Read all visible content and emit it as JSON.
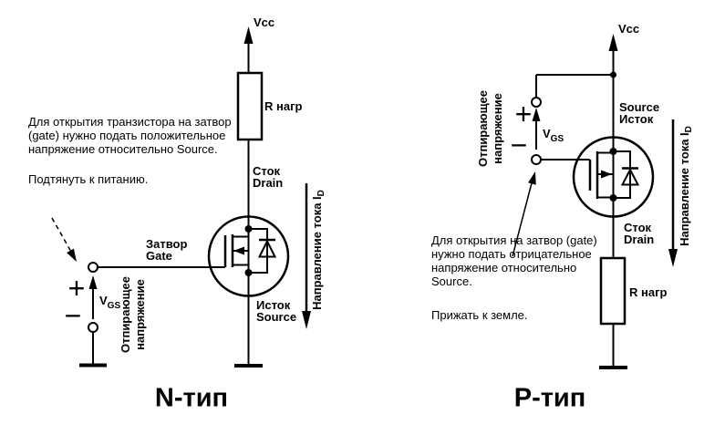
{
  "page": {
    "background": "#ffffff",
    "ink": "#000000"
  },
  "left_circuit": {
    "title": "N-тип",
    "vcc_label": "Vcc",
    "resistor_label": "R нагр",
    "drain_line1": "Сток",
    "drain_line2": "Drain",
    "gate_line1": "Затвор",
    "gate_line2": "Gate",
    "source_line1": "Исток",
    "source_line2": "Source",
    "plus": "+",
    "minus": "−",
    "vgs_main": "V",
    "vgs_sub": "GS",
    "enable_voltage_line1": "Отпирающее",
    "enable_voltage_line2": "напряжение",
    "current_direction_text": "Направление тока I",
    "current_direction_sub": "D",
    "note_lines": [
      "Для открытия транзистора на затвор",
      "(gate) нужно подать положительное",
      "напряжение относительно Source."
    ],
    "note_footer": "Подтянуть к питанию."
  },
  "right_circuit": {
    "title": "P-тип",
    "vcc_label": "Vcc",
    "resistor_label": "R нагр",
    "drain_line1": "Сток",
    "drain_line2": "Drain",
    "source_line1": "Source",
    "source_line2": "Исток",
    "plus": "+",
    "minus": "−",
    "vgs_main": "V",
    "vgs_sub": "GS",
    "enable_voltage_line1": "Отпирающее",
    "enable_voltage_line2": "напряжение",
    "current_direction_text": "Направление тока I",
    "current_direction_sub": "D",
    "note_lines": [
      "Для открытия на затвор (gate)",
      "нужно подать отрицательное",
      "напряжение относительно",
      "Source."
    ],
    "note_footer": "Прижать к земле."
  }
}
